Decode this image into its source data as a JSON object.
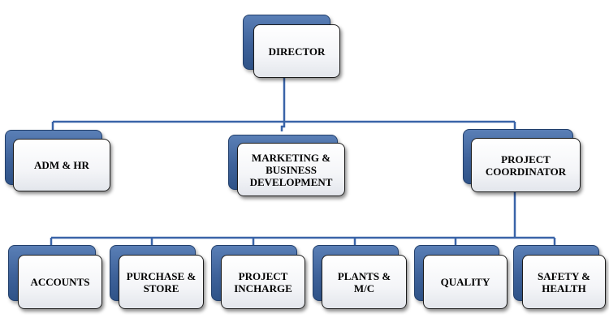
{
  "org_chart": {
    "director": "DIRECTOR",
    "departments": [
      {
        "key": "adm-hr",
        "label": "ADM & HR"
      },
      {
        "key": "marketing",
        "label": "MARKETING &\nBUSINESS\nDEVELOPMENT"
      },
      {
        "key": "project-coordinator",
        "label": "PROJECT\nCOORDINATOR"
      }
    ],
    "units": [
      {
        "key": "accounts",
        "label": "ACCOUNTS"
      },
      {
        "key": "purchase-store",
        "label": "PURCHASE &\nSTORE"
      },
      {
        "key": "project-incharge",
        "label": "PROJECT\nINCHARGE"
      },
      {
        "key": "plants-mc",
        "label": "PLANTS &\nM/C"
      },
      {
        "key": "quality",
        "label": "QUALITY"
      },
      {
        "key": "safety-health",
        "label": "SAFETY &\nHEALTH"
      }
    ]
  },
  "colors": {
    "connector": "#3a64a8",
    "accent_block": "#3e629a",
    "card_border": "#1b1b1b"
  }
}
